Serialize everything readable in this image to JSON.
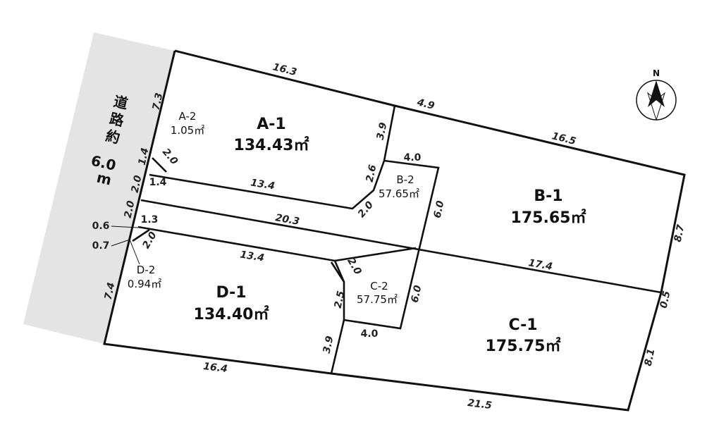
{
  "road": {
    "name": "道路約",
    "width_value": "6.0",
    "width_unit": "m"
  },
  "compass": {
    "label": "N"
  },
  "lots": {
    "a1": {
      "name": "A-1",
      "area": "134.43㎡"
    },
    "a2": {
      "name": "A-2",
      "area": "1.05㎡"
    },
    "b1": {
      "name": "B-1",
      "area": "175.65㎡"
    },
    "b2": {
      "name": "B-2",
      "area": "57.65㎡"
    },
    "c1": {
      "name": "C-1",
      "area": "175.75㎡"
    },
    "c2": {
      "name": "C-2",
      "area": "57.75㎡"
    },
    "d1": {
      "name": "D-1",
      "area": "134.40㎡"
    },
    "d2": {
      "name": "D-2",
      "area": "0.94㎡"
    }
  },
  "dimensions": {
    "top_a": "16.3",
    "top_b_corner": "4.9",
    "top_b": "16.5",
    "right_b": "8.7",
    "right_mid": "0.5",
    "right_c": "8.1",
    "bottom_c": "21.5",
    "bottom_d": "16.4",
    "left_a": "7.3",
    "left_a_small": "1.4",
    "left_a_chamfer": "2.0",
    "left_ab_lower": "1.4",
    "left_corridor": "2.0",
    "left_corridor2": "2.0",
    "left_d_top": "1.3",
    "left_d_chamfer": "2.0",
    "left_d_small_top": "0.6",
    "left_d_small_bottom": "0.7",
    "left_d": "7.4",
    "a_bottom": "13.4",
    "a_inner_v": "3.9",
    "a_inner_v2": "2.6",
    "a_inner_chamfer": "2.0",
    "b2_top": "4.0",
    "b2_right": "6.0",
    "corridor_line": "20.3",
    "bc_line": "17.4",
    "d_top": "13.4",
    "d_chamfer": "2.0",
    "c2_left": "2.5",
    "c2_right": "6.0",
    "c2_bottom": "4.0",
    "d_inner_v": "3.9"
  }
}
